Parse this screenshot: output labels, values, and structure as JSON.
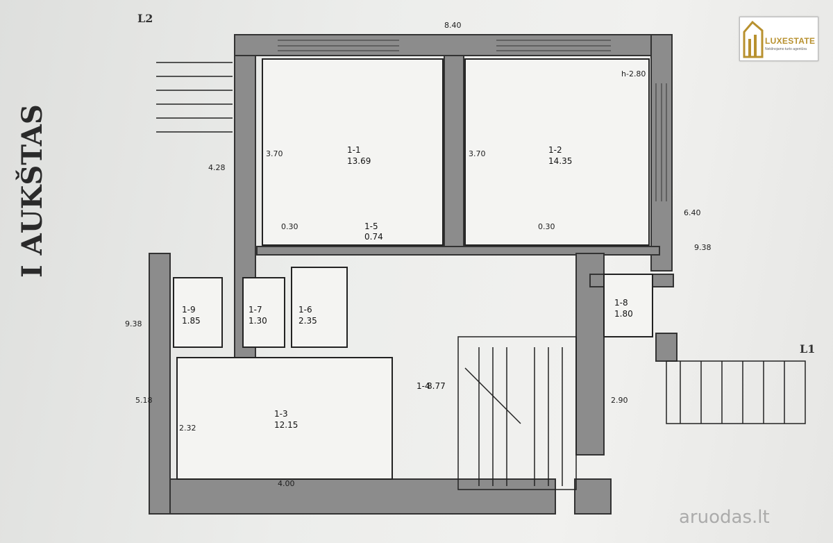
{
  "floor_title": "I AUKŠTAS",
  "handwritten_note": "L2",
  "brand": {
    "name": "LUXESTATE",
    "tagline": "Nekilnojamo turto agentūra",
    "color": "#b8912f"
  },
  "watermark": "aruodas.lt",
  "rooms": [
    {
      "id": "1-1",
      "area": "13.69"
    },
    {
      "id": "1-2",
      "area": "14.35"
    },
    {
      "id": "1-3",
      "area": "12.15"
    },
    {
      "id": "1-4",
      "area": "8.77"
    },
    {
      "id": "1-5",
      "area": "0.74"
    },
    {
      "id": "1-6",
      "area": "2.35"
    },
    {
      "id": "1-7",
      "area": "1.30"
    },
    {
      "id": "1-8",
      "area": "1.80"
    },
    {
      "id": "1-9",
      "area": "1.85"
    }
  ],
  "dimensions": [
    "3.70",
    "3.70",
    "4.28",
    "0.30",
    "0.30",
    "4.00",
    "2.32",
    "5.18",
    "9.38",
    "9.38",
    "6.40",
    "8.40",
    "2.90",
    "h-2.80"
  ],
  "markers": [
    "L1",
    "L2"
  ]
}
